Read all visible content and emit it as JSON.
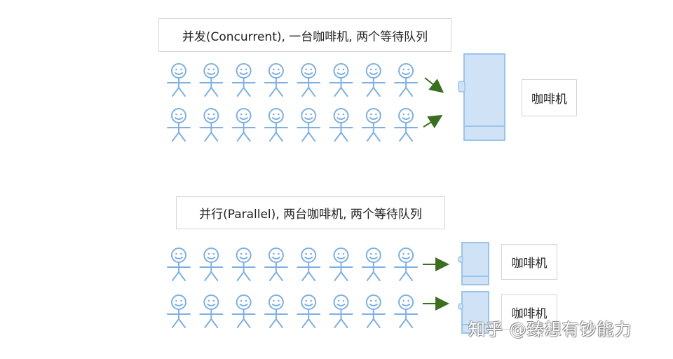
{
  "concurrent": {
    "title": "并发(Concurrent), 一台咖啡机, 两个等待队列",
    "machine_label": "咖啡机",
    "queues": [
      8,
      8
    ]
  },
  "parallel": {
    "title": "并行(Parallel), 两台咖啡机, 两个等待队列",
    "machine_labels": [
      "咖啡机",
      "咖啡机"
    ],
    "queues": [
      8,
      8
    ]
  },
  "colors": {
    "person": "#7fb0e0",
    "machine_fill": "#cfe2f6",
    "machine_stroke": "#9cc3ea",
    "arrow": "#3a6f1f"
  },
  "watermark": "知乎 @臻想有钞能力"
}
